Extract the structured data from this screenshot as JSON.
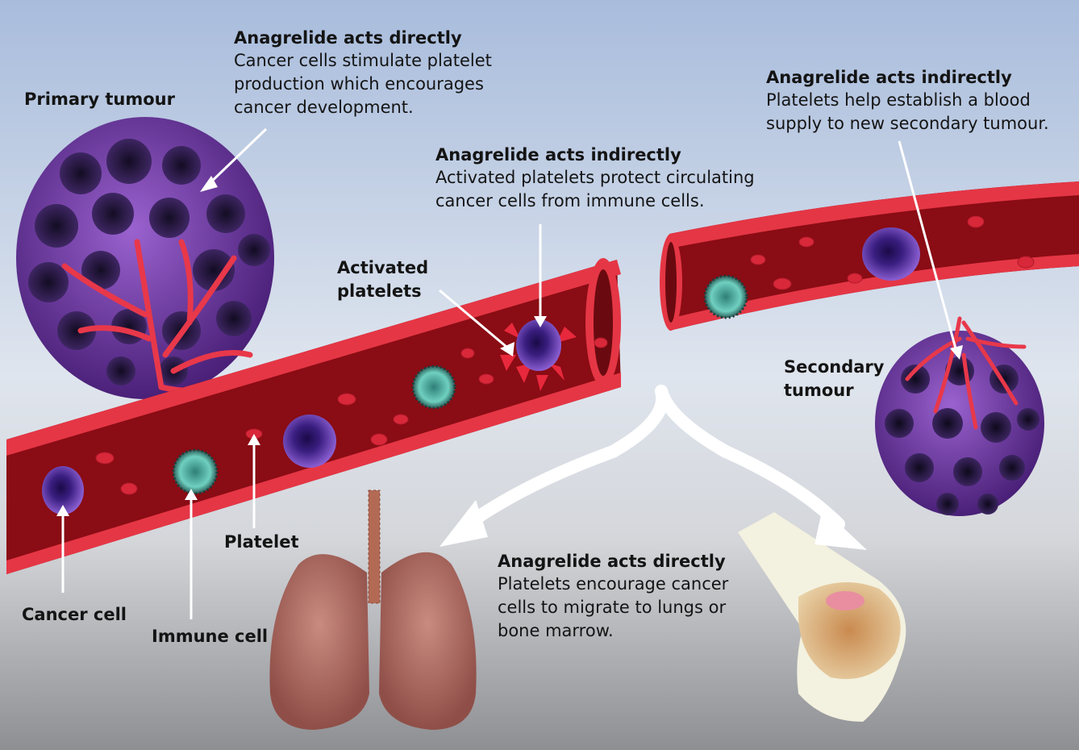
{
  "callouts": {
    "primary_direct": {
      "heading": "Anagrelide acts directly",
      "lines": [
        "Cancer cells stimulate platelet",
        "production which encourages",
        "cancer development."
      ]
    },
    "protect_indirect": {
      "heading": "Anagrelide acts indirectly",
      "lines": [
        "Activated platelets protect circulating",
        "cancer cells from immune cells."
      ]
    },
    "blood_supply_indirect": {
      "heading": "Anagrelide acts indirectly",
      "lines": [
        "Platelets help establish a blood",
        "supply to new secondary tumour."
      ]
    },
    "migrate_direct": {
      "heading": "Anagrelide acts directly",
      "lines": [
        "Platelets encourage cancer",
        "cells to migrate to lungs or",
        "bone marrow."
      ]
    }
  },
  "labels": {
    "primary_tumour": "Primary tumour",
    "activated_platelets": [
      "Activated",
      "platelets"
    ],
    "secondary_tumour": [
      "Secondary",
      "tumour"
    ],
    "platelet": "Platelet",
    "cancer_cell": "Cancer cell",
    "immune_cell": "Immune cell"
  },
  "colors": {
    "vessel_outer": "#e02a38",
    "vessel_inner": "#7a0a10",
    "tumour": "#7b3fb0",
    "immune_cell": "#4fb8a8",
    "platelet": "#d8283a",
    "lung": "#b06a60",
    "bone": "#f3f1df"
  }
}
